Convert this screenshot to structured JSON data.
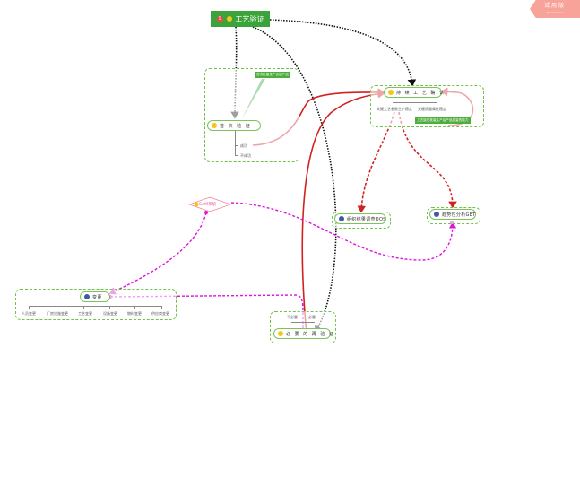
{
  "root": {
    "label": "工艺验证",
    "badge": "1"
  },
  "trial_badge": {
    "title": "试用版",
    "subtitle": "Edraw Mind"
  },
  "first_verification": {
    "label": "首 次 验 证",
    "callout": "首次批量生产合格产品",
    "children": [
      "成功",
      "不成功"
    ]
  },
  "continuous_confirmation": {
    "label": "持 续 工 艺 确 认",
    "children": [
      "关键工艺参数生产稳定",
      "关键质量属性稳定"
    ],
    "callout": "工艺能在批量生产后产品质量的能力"
  },
  "investigate": {
    "label": "组织结果调查DOS"
  },
  "trend": {
    "label": "趋势性分析GET"
  },
  "cam": {
    "label": "CAM系统"
  },
  "change": {
    "label": "变更",
    "children": [
      "人员变更",
      "厂房设施变更",
      "工艺变更",
      "设备变更",
      "物料变更",
      "供应商变更"
    ]
  },
  "revalidation": {
    "label": "必 要 的 再 验 证",
    "children": [
      "不必要",
      "必要"
    ]
  },
  "colors": {
    "green": "#3aa33a",
    "boundary": "#6fc34a",
    "red": "#d42020",
    "magenta": "#e010e0",
    "black": "#111111"
  }
}
